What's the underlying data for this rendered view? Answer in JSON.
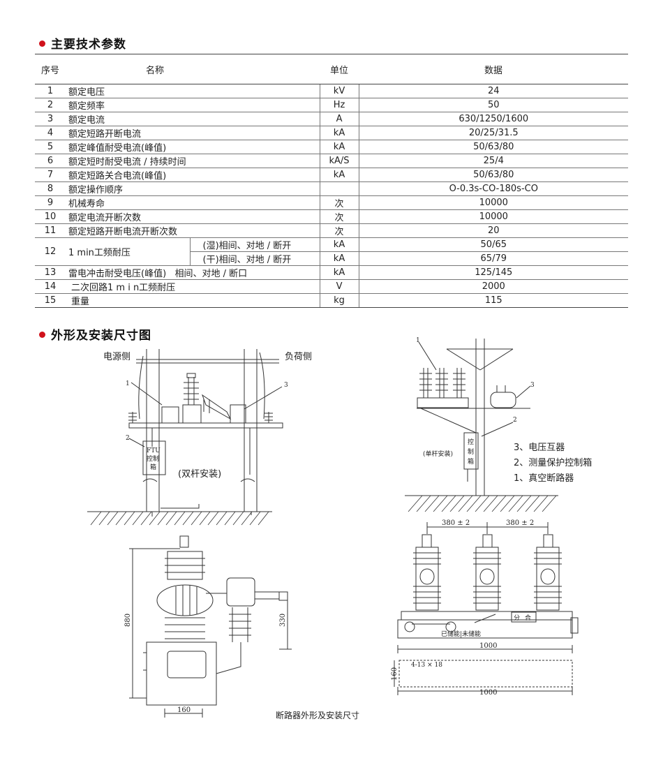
{
  "section1": {
    "title": "主要技术参数"
  },
  "table": {
    "headers": [
      "序号",
      "名称",
      "单位",
      "数据"
    ],
    "rows": [
      {
        "no": "1",
        "name": "额定电压",
        "unit": "kV",
        "value": "24"
      },
      {
        "no": "2",
        "name": "额定频率",
        "unit": "Hz",
        "value": "50"
      },
      {
        "no": "3",
        "name": "额定电流",
        "unit": "A",
        "value": "630/1250/1600"
      },
      {
        "no": "4",
        "name": "额定短路开断电流",
        "unit": "kA",
        "value": "20/25/31.5"
      },
      {
        "no": "5",
        "name": "额定峰值耐受电流(峰值)",
        "unit": "kA",
        "value": "50/63/80"
      },
      {
        "no": "6",
        "name": "额定短时耐受电流 / 持续时间",
        "unit": "kA/S",
        "value": "25/4"
      },
      {
        "no": "7",
        "name": "额定短路关合电流(峰值)",
        "unit": "kA",
        "value": "50/63/80"
      },
      {
        "no": "8",
        "name": "额定操作顺序",
        "unit": "",
        "value": "O-0.3s-CO-180s-CO"
      },
      {
        "no": "9",
        "name": "机械寿命",
        "unit": "次",
        "value": "10000"
      },
      {
        "no": "10",
        "name": "额定电流开断次数",
        "unit": "次",
        "value": "10000"
      },
      {
        "no": "11",
        "name": "额定短路开断电流开断次数",
        "unit": "次",
        "value": "20"
      }
    ],
    "row12": {
      "no": "12",
      "name": "1 min工频耐压",
      "sub1": "(湿)相间、对地 / 断开",
      "unit1": "kA",
      "value1": "50/65",
      "sub2": "(干)相间、对地 / 断开",
      "unit2": "kA",
      "value2": "65/79"
    },
    "row13": {
      "no": "13",
      "name": "雷电冲击耐受电压(峰值)   相间、对地 / 断口",
      "unit": "kA",
      "value": "125/145"
    },
    "row14": {
      "no": "14",
      "name": "二次回路1 m i n工频耐压",
      "unit": "V",
      "value": "2000"
    },
    "row15": {
      "no": "15",
      "name": "重量",
      "unit": "kg",
      "value": "115"
    }
  },
  "section2": {
    "title": "外形及安装尺寸图"
  },
  "drawing": {
    "source_side": "电源侧",
    "load_side": "负荷侧",
    "double_pole": "(双杆安装)",
    "single_pole": "(单杆安装)",
    "ftu_box": [
      "FTU",
      "控制",
      "箱"
    ],
    "ctrl_box": [
      "控",
      "制",
      "箱"
    ],
    "callout_1": "1",
    "callout_2": "2",
    "callout_3": "3",
    "legend": [
      "3、电压互器",
      "2、测量保护控制箱",
      "1、真空断路器"
    ],
    "dim_880": "880",
    "dim_330": "330",
    "dim_160": "160",
    "dim_380_a": "380 ± 2",
    "dim_380_b": "380 ± 2",
    "dim_1000_a": "1000",
    "dim_1000_b": "1000",
    "dim_160_b": "160",
    "holes": "4-13 × 18",
    "switch_labels": [
      "分",
      "合"
    ],
    "energy_labels": "已储能|未储能",
    "caption": "断路器外形及安装尺寸"
  }
}
